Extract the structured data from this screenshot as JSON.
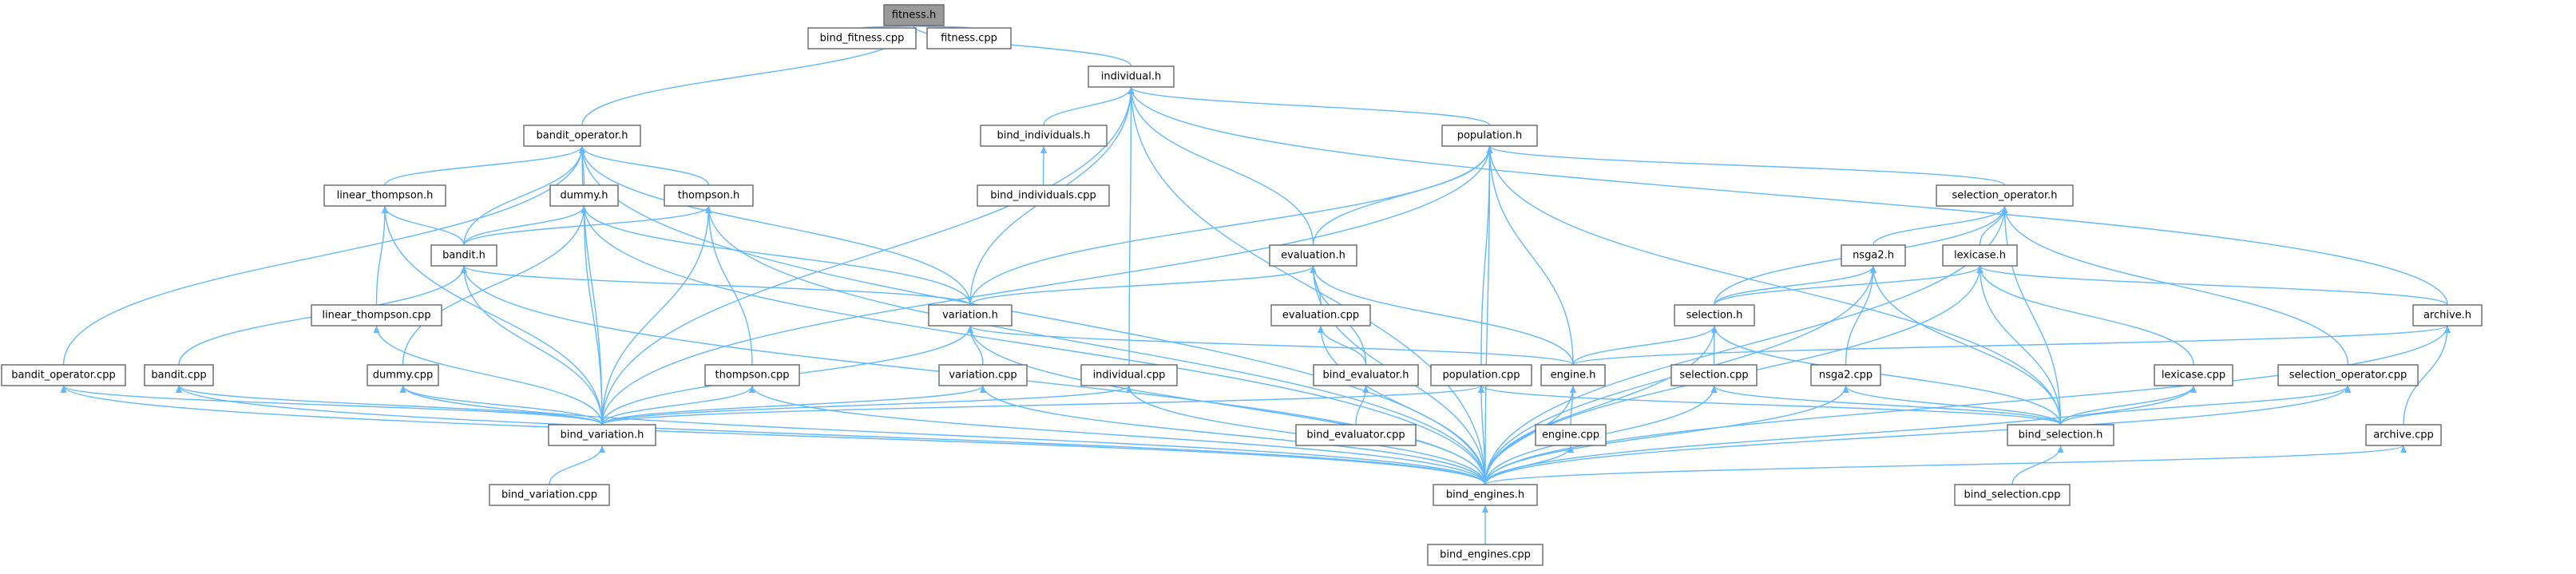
{
  "diagram": {
    "root": "fitness",
    "accent_color": "#63b8ff",
    "root_fill": "#999999",
    "border_color": "#666666",
    "nodes": [
      {
        "id": "fitness",
        "label": "fitness.h"
      },
      {
        "id": "bind_fitness_cpp",
        "label": "bind_fitness.cpp"
      },
      {
        "id": "fitness_cpp",
        "label": "fitness.cpp"
      },
      {
        "id": "individual_h",
        "label": "individual.h"
      },
      {
        "id": "bandit_operator_h",
        "label": "bandit_operator.h"
      },
      {
        "id": "bind_individuals_h",
        "label": "bind_individuals.h"
      },
      {
        "id": "bind_individuals_cpp",
        "label": "bind_individuals.cpp"
      },
      {
        "id": "population_h",
        "label": "population.h"
      },
      {
        "id": "linear_thompson_h",
        "label": "linear_thompson.h"
      },
      {
        "id": "dummy_h",
        "label": "dummy.h"
      },
      {
        "id": "thompson_h",
        "label": "thompson.h"
      },
      {
        "id": "bandit_h",
        "label": "bandit.h"
      },
      {
        "id": "selection_operator_h",
        "label": "selection_operator.h"
      },
      {
        "id": "evaluation_h",
        "label": "evaluation.h"
      },
      {
        "id": "nsga2_h",
        "label": "nsga2.h"
      },
      {
        "id": "lexicase_h",
        "label": "lexicase.h"
      },
      {
        "id": "linear_thompson_cpp",
        "label": "linear_thompson.cpp"
      },
      {
        "id": "variation_h",
        "label": "variation.h"
      },
      {
        "id": "evaluation_cpp",
        "label": "evaluation.cpp"
      },
      {
        "id": "selection_h",
        "label": "selection.h"
      },
      {
        "id": "archive_h",
        "label": "archive.h"
      },
      {
        "id": "bandit_operator_cpp",
        "label": "bandit_operator.cpp"
      },
      {
        "id": "bandit_cpp",
        "label": "bandit.cpp"
      },
      {
        "id": "dummy_cpp",
        "label": "dummy.cpp"
      },
      {
        "id": "thompson_cpp",
        "label": "thompson.cpp"
      },
      {
        "id": "variation_cpp",
        "label": "variation.cpp"
      },
      {
        "id": "individual_cpp",
        "label": "individual.cpp"
      },
      {
        "id": "bind_evaluator_h",
        "label": "bind_evaluator.h"
      },
      {
        "id": "population_cpp",
        "label": "population.cpp"
      },
      {
        "id": "engine_h",
        "label": "engine.h"
      },
      {
        "id": "selection_cpp",
        "label": "selection.cpp"
      },
      {
        "id": "nsga2_cpp",
        "label": "nsga2.cpp"
      },
      {
        "id": "lexicase_cpp",
        "label": "lexicase.cpp"
      },
      {
        "id": "selection_operator_cpp",
        "label": "selection_operator.cpp"
      },
      {
        "id": "bind_variation_h",
        "label": "bind_variation.h"
      },
      {
        "id": "bind_evaluator_cpp",
        "label": "bind_evaluator.cpp"
      },
      {
        "id": "engine_cpp",
        "label": "engine.cpp"
      },
      {
        "id": "bind_selection_h",
        "label": "bind_selection.h"
      },
      {
        "id": "archive_cpp",
        "label": "archive.cpp"
      },
      {
        "id": "bind_engines_h",
        "label": "bind_engines.h"
      },
      {
        "id": "bind_variation_cpp",
        "label": "bind_variation.cpp"
      },
      {
        "id": "bind_selection_cpp",
        "label": "bind_selection.cpp"
      },
      {
        "id": "bind_engines_cpp",
        "label": "bind_engines.cpp"
      }
    ],
    "edges": [
      [
        "bind_fitness_cpp",
        "fitness"
      ],
      [
        "fitness_cpp",
        "fitness"
      ],
      [
        "individual_h",
        "fitness"
      ],
      [
        "bandit_operator_h",
        "fitness"
      ],
      [
        "bind_individuals_h",
        "individual_h"
      ],
      [
        "population_h",
        "individual_h"
      ],
      [
        "variation_h",
        "individual_h"
      ],
      [
        "evaluation_h",
        "individual_h"
      ],
      [
        "individual_cpp",
        "individual_h"
      ],
      [
        "archive_h",
        "individual_h"
      ],
      [
        "bind_variation_h",
        "individual_h"
      ],
      [
        "bind_engines_h",
        "individual_h"
      ],
      [
        "bind_individuals_cpp",
        "bind_individuals_h"
      ],
      [
        "linear_thompson_h",
        "bandit_operator_h"
      ],
      [
        "dummy_h",
        "bandit_operator_h"
      ],
      [
        "thompson_h",
        "bandit_operator_h"
      ],
      [
        "bandit_h",
        "bandit_operator_h"
      ],
      [
        "variation_h",
        "bandit_operator_h"
      ],
      [
        "bandit_operator_cpp",
        "bandit_operator_h"
      ],
      [
        "bind_variation_h",
        "bandit_operator_h"
      ],
      [
        "bind_engines_h",
        "bandit_operator_h"
      ],
      [
        "bandit_h",
        "linear_thompson_h"
      ],
      [
        "linear_thompson_cpp",
        "linear_thompson_h"
      ],
      [
        "bind_variation_h",
        "linear_thompson_h"
      ],
      [
        "bandit_h",
        "dummy_h"
      ],
      [
        "variation_h",
        "dummy_h"
      ],
      [
        "dummy_cpp",
        "dummy_h"
      ],
      [
        "bind_variation_h",
        "dummy_h"
      ],
      [
        "bind_engines_h",
        "dummy_h"
      ],
      [
        "bandit_h",
        "thompson_h"
      ],
      [
        "thompson_cpp",
        "thompson_h"
      ],
      [
        "bind_variation_h",
        "thompson_h"
      ],
      [
        "bind_engines_h",
        "thompson_h"
      ],
      [
        "variation_h",
        "bandit_h"
      ],
      [
        "bandit_cpp",
        "bandit_h"
      ],
      [
        "bind_variation_h",
        "bandit_h"
      ],
      [
        "bind_engines_h",
        "bandit_h"
      ],
      [
        "selection_operator_h",
        "population_h"
      ],
      [
        "evaluation_h",
        "population_h"
      ],
      [
        "variation_h",
        "population_h"
      ],
      [
        "population_cpp",
        "population_h"
      ],
      [
        "engine_h",
        "population_h"
      ],
      [
        "bind_variation_h",
        "population_h"
      ],
      [
        "bind_selection_h",
        "population_h"
      ],
      [
        "bind_engines_h",
        "population_h"
      ],
      [
        "nsga2_h",
        "selection_operator_h"
      ],
      [
        "lexicase_h",
        "selection_operator_h"
      ],
      [
        "selection_h",
        "selection_operator_h"
      ],
      [
        "selection_operator_cpp",
        "selection_operator_h"
      ],
      [
        "bind_selection_h",
        "selection_operator_h"
      ],
      [
        "bind_engines_h",
        "selection_operator_h"
      ],
      [
        "variation_h",
        "evaluation_h"
      ],
      [
        "evaluation_cpp",
        "evaluation_h"
      ],
      [
        "bind_evaluator_h",
        "evaluation_h"
      ],
      [
        "engine_h",
        "evaluation_h"
      ],
      [
        "bind_engines_h",
        "evaluation_h"
      ],
      [
        "selection_h",
        "nsga2_h"
      ],
      [
        "nsga2_cpp",
        "nsga2_h"
      ],
      [
        "bind_selection_h",
        "nsga2_h"
      ],
      [
        "bind_engines_h",
        "nsga2_h"
      ],
      [
        "selection_h",
        "lexicase_h"
      ],
      [
        "lexicase_cpp",
        "lexicase_h"
      ],
      [
        "bind_selection_h",
        "lexicase_h"
      ],
      [
        "bind_engines_h",
        "lexicase_h"
      ],
      [
        "archive_h",
        "lexicase_h"
      ],
      [
        "bind_variation_h",
        "linear_thompson_cpp"
      ],
      [
        "variation_cpp",
        "variation_h"
      ],
      [
        "engine_h",
        "variation_h"
      ],
      [
        "bind_variation_h",
        "variation_h"
      ],
      [
        "bind_engines_h",
        "variation_h"
      ],
      [
        "bind_evaluator_h",
        "evaluation_cpp"
      ],
      [
        "bind_engines_h",
        "evaluation_cpp"
      ],
      [
        "engine_h",
        "selection_h"
      ],
      [
        "selection_cpp",
        "selection_h"
      ],
      [
        "bind_selection_h",
        "selection_h"
      ],
      [
        "bind_engines_h",
        "selection_h"
      ],
      [
        "engine_h",
        "archive_h"
      ],
      [
        "archive_cpp",
        "archive_h"
      ],
      [
        "bind_engines_h",
        "archive_h"
      ],
      [
        "bind_engines_h",
        "bandit_operator_cpp"
      ],
      [
        "bind_variation_h",
        "bandit_operator_cpp"
      ],
      [
        "bind_variation_h",
        "bandit_cpp"
      ],
      [
        "bind_engines_h",
        "bandit_cpp"
      ],
      [
        "bind_variation_h",
        "dummy_cpp"
      ],
      [
        "bind_engines_h",
        "dummy_cpp"
      ],
      [
        "bind_variation_h",
        "thompson_cpp"
      ],
      [
        "bind_engines_h",
        "thompson_cpp"
      ],
      [
        "bind_variation_h",
        "variation_cpp"
      ],
      [
        "bind_engines_h",
        "variation_cpp"
      ],
      [
        "bind_variation_h",
        "individual_cpp"
      ],
      [
        "bind_engines_h",
        "individual_cpp"
      ],
      [
        "bind_evaluator_cpp",
        "bind_evaluator_h"
      ],
      [
        "bind_variation_h",
        "population_cpp"
      ],
      [
        "bind_selection_h",
        "population_cpp"
      ],
      [
        "bind_engines_h",
        "population_cpp"
      ],
      [
        "engine_cpp",
        "engine_h"
      ],
      [
        "bind_engines_h",
        "engine_h"
      ],
      [
        "bind_selection_h",
        "selection_cpp"
      ],
      [
        "bind_engines_h",
        "selection_cpp"
      ],
      [
        "bind_selection_h",
        "nsga2_cpp"
      ],
      [
        "bind_engines_h",
        "nsga2_cpp"
      ],
      [
        "bind_selection_h",
        "lexicase_cpp"
      ],
      [
        "bind_engines_h",
        "lexicase_cpp"
      ],
      [
        "bind_selection_h",
        "selection_operator_cpp"
      ],
      [
        "bind_engines_h",
        "selection_operator_cpp"
      ],
      [
        "bind_engines_h",
        "engine_cpp"
      ],
      [
        "bind_engines_h",
        "archive_cpp"
      ],
      [
        "bind_variation_cpp",
        "bind_variation_h"
      ],
      [
        "bind_selection_cpp",
        "bind_selection_h"
      ],
      [
        "bind_engines_cpp",
        "bind_engines_h"
      ]
    ]
  }
}
